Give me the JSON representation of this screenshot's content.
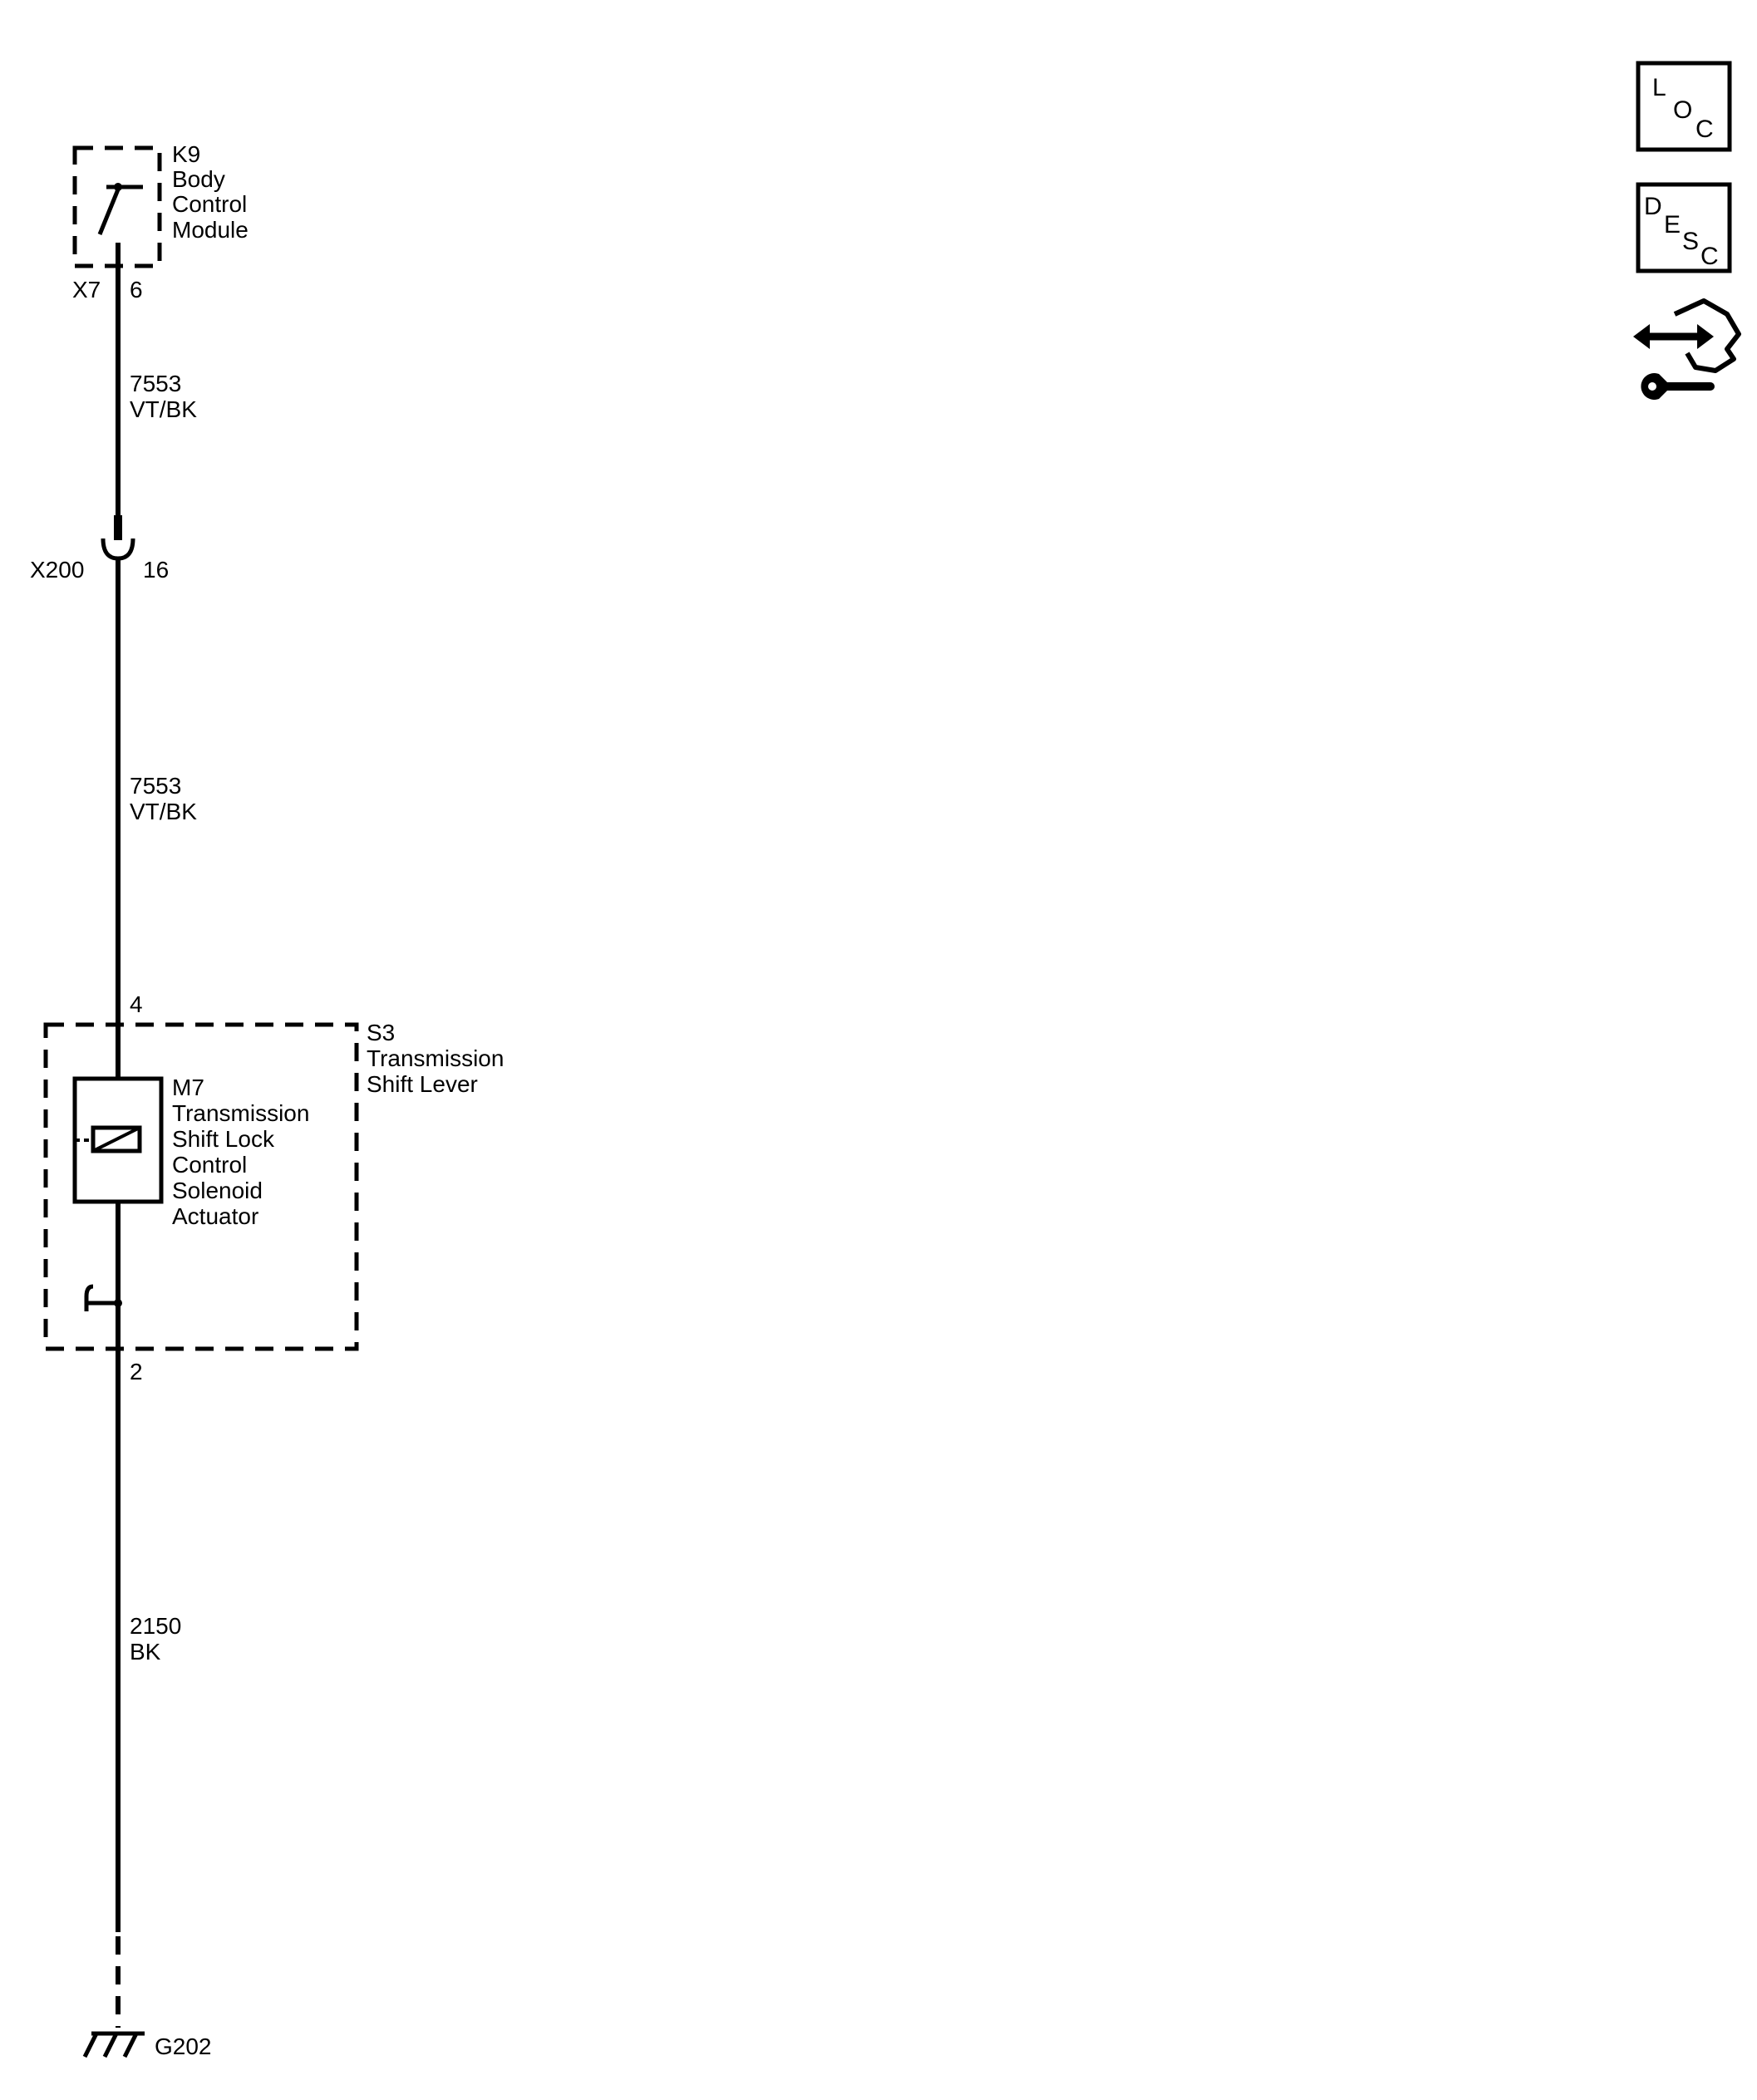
{
  "components": {
    "k9": {
      "ref": "K9",
      "name_lines": [
        "Body",
        "Control",
        "Module"
      ],
      "connector": "X7",
      "pin": "6"
    },
    "x200": {
      "ref": "X200",
      "pin": "16"
    },
    "s3": {
      "ref": "S3",
      "name_lines": [
        "Transmission",
        "Shift Lever"
      ],
      "pin_top": "4",
      "pin_bottom": "2"
    },
    "m7": {
      "ref": "M7",
      "name_lines": [
        "Transmission",
        "Shift Lock",
        "Control",
        "Solenoid",
        "Actuator"
      ]
    },
    "g202": {
      "ref": "G202"
    }
  },
  "wires": [
    {
      "circuit": "7553",
      "color": "VT/BK"
    },
    {
      "circuit": "7553",
      "color": "VT/BK"
    },
    {
      "circuit": "2150",
      "color": "BK"
    }
  ],
  "icons": {
    "loc": [
      "L",
      "O",
      "C"
    ],
    "desc": [
      "D",
      "E",
      "S",
      "C"
    ]
  }
}
